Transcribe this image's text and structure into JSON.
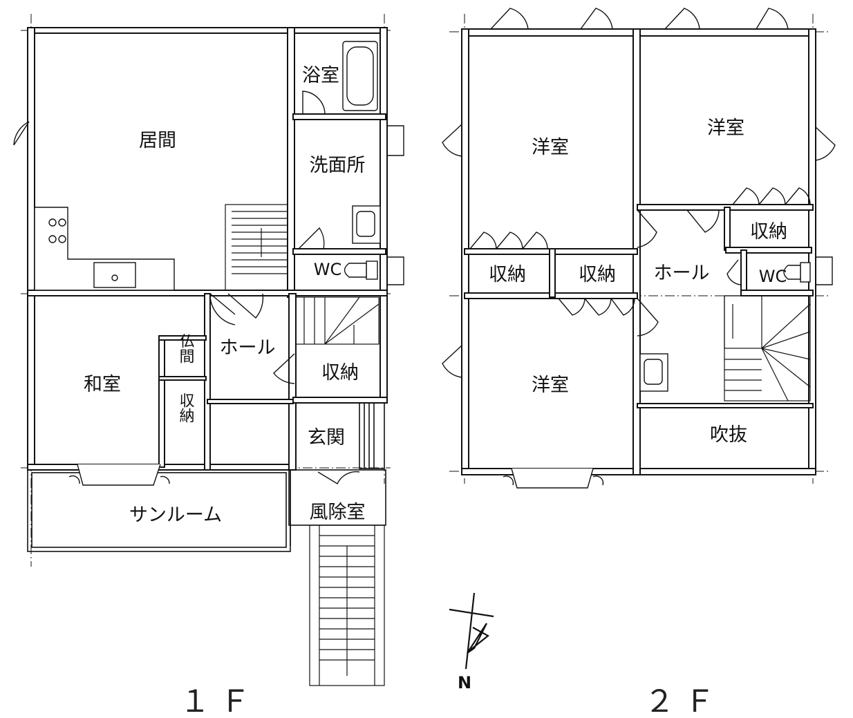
{
  "floor_1": {
    "label": "１Ｆ",
    "rooms": {
      "living": "居間",
      "bath": "浴室",
      "washroom": "洗面所",
      "wc": "WC",
      "japanese_room": "和室",
      "altar": "仏間",
      "hall": "ホール",
      "storage_hall": "収納",
      "storage_side": "収納",
      "entrance": "玄関",
      "sunroom": "サンルーム",
      "windbreak": "風除室"
    }
  },
  "floor_2": {
    "label": "２Ｆ",
    "rooms": {
      "western_nw": "洋室",
      "western_ne": "洋室",
      "western_s": "洋室",
      "storage_ne": "収納",
      "storage_w1": "収納",
      "storage_w2": "収納",
      "hall": "ホール",
      "wc": "WC",
      "void": "吹抜"
    }
  },
  "compass": {
    "label": "N"
  }
}
